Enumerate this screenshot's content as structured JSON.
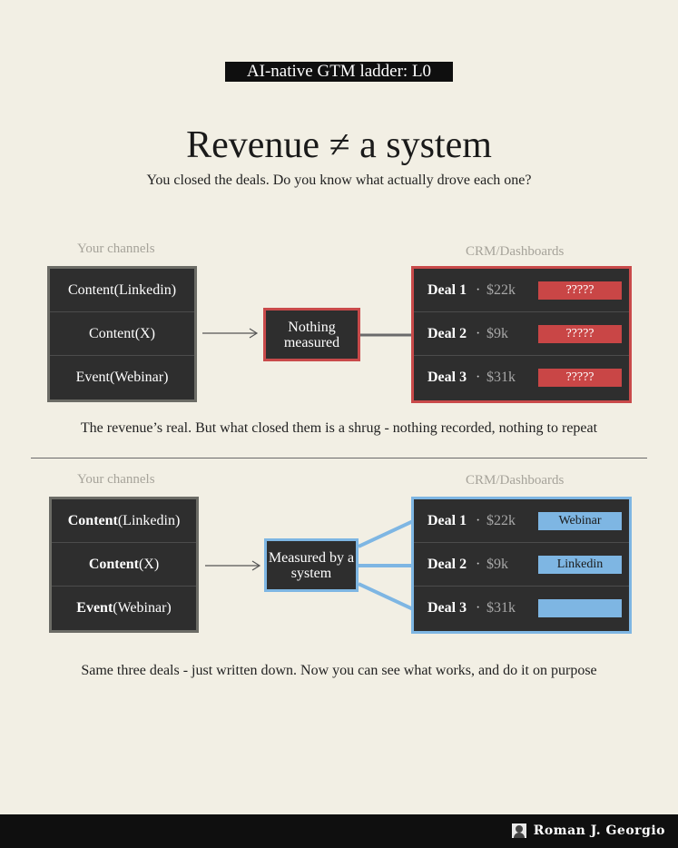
{
  "badge": "AI-native GTM ladder: L0",
  "title": "Revenue ≠ a system",
  "subtitle": "You closed the deals. Do you know what actually drove each one?",
  "colors": {
    "background": "#f2efe4",
    "panel": "#2e2e2e",
    "red": "#c94a4a",
    "blue": "#7eb6e3"
  },
  "section1": {
    "channels_label": "Your channels",
    "crm_label": "CRM/Dashboards",
    "channels": [
      {
        "name": "Content",
        "detail": " (Linkedin)"
      },
      {
        "name": "Content",
        "detail": " (X)"
      },
      {
        "name": "Event",
        "detail": " (Webinar)"
      }
    ],
    "middle": "Nothing measured",
    "deals": [
      {
        "name": "Deal 1",
        "amount": "$22k",
        "tag": "?????"
      },
      {
        "name": "Deal 2",
        "amount": "$9k",
        "tag": "?????"
      },
      {
        "name": "Deal 3",
        "amount": "$31k",
        "tag": "?????"
      }
    ],
    "caption": "The revenue’s real. But what closed them is a shrug - nothing recorded, nothing to repeat"
  },
  "section2": {
    "channels_label": "Your channels",
    "crm_label": "CRM/Dashboards",
    "channels": [
      {
        "name": "Content",
        "detail": " (Linkedin)"
      },
      {
        "name": "Content",
        "detail": " (X)"
      },
      {
        "name": "Event",
        "detail": " (Webinar)"
      }
    ],
    "middle": "Measured by a system",
    "deals": [
      {
        "name": "Deal 1",
        "amount": "$22k",
        "tag": "Webinar"
      },
      {
        "name": "Deal 2",
        "amount": "$9k",
        "tag": "Linkedin"
      },
      {
        "name": "Deal 3",
        "amount": "$31k",
        "tag": ""
      }
    ],
    "caption": "Same three  deals - just written down. Now you can see what works, and do it on purpose"
  },
  "separator": "·",
  "footer": {
    "author": "Roman J. Georgio",
    "avatar_icon": "person-avatar-icon"
  }
}
